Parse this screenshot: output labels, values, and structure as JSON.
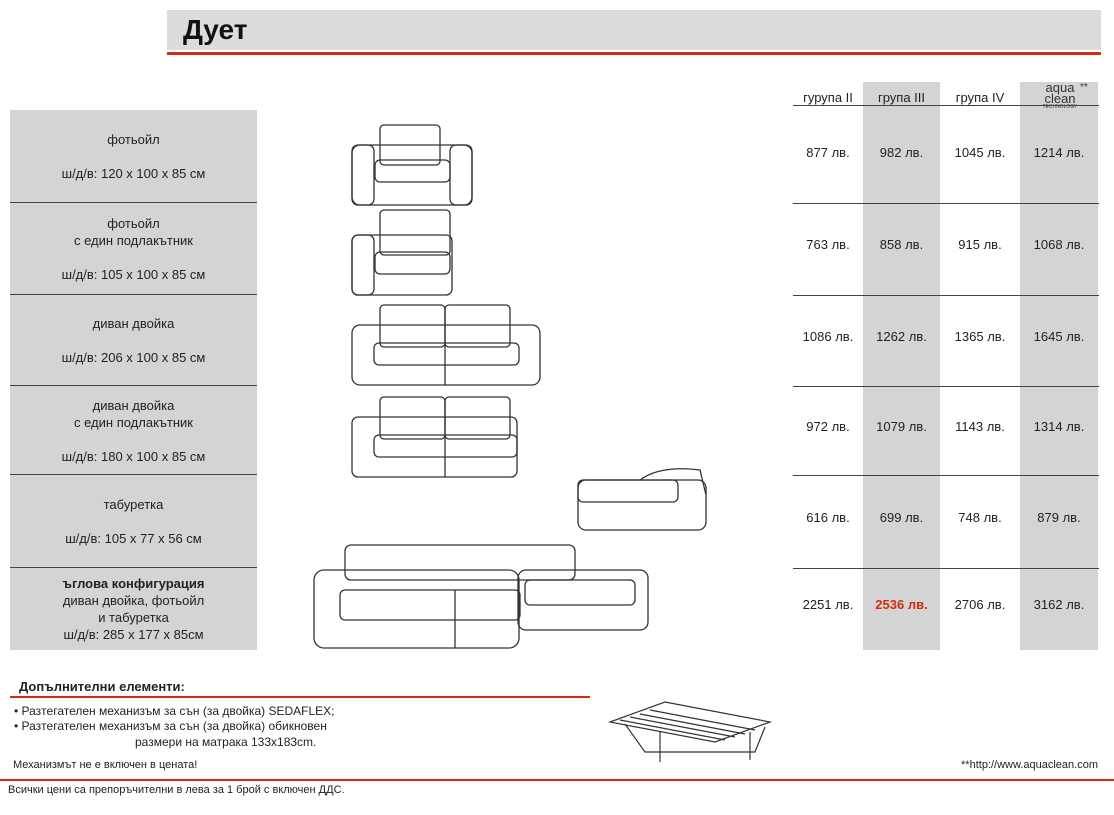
{
  "title": "Дует",
  "headers": [
    "гурупа II",
    "група III",
    "група IV"
  ],
  "aquaclean": {
    "line1": "aqua",
    "line2": "clean",
    "line3": "TECHNOLOGY",
    "stars": "**"
  },
  "rows": [
    {
      "lines": [
        "фотьойл",
        "",
        "ш/д/в: 120 x 100 x 85 см"
      ],
      "prices": [
        "877 лв.",
        "982 лв.",
        "1045 лв.",
        "1214 лв."
      ]
    },
    {
      "lines": [
        "фотьойл",
        "с един подлакътник",
        "",
        "ш/д/в: 105 x 100 x 85 см"
      ],
      "prices": [
        "763 лв.",
        "858 лв.",
        "915 лв.",
        "1068 лв."
      ]
    },
    {
      "lines": [
        "диван двойка",
        "",
        "ш/д/в: 206 x 100 x 85 см"
      ],
      "prices": [
        "1086 лв.",
        "1262 лв.",
        "1365 лв.",
        "1645 лв."
      ]
    },
    {
      "lines": [
        "диван двойка",
        "с един подлакътник",
        "",
        "ш/д/в: 180 x 100 x 85 см"
      ],
      "prices": [
        "972 лв.",
        "1079 лв.",
        "1143 лв.",
        "1314 лв."
      ]
    },
    {
      "lines": [
        "табуретка",
        "",
        "ш/д/в: 105 x 77 x 56 см"
      ],
      "prices": [
        "616 лв.",
        "699 лв.",
        "748 лв.",
        "879 лв."
      ]
    },
    {
      "lines": [
        "ъглова конфигурация",
        "диван двойка, фотьойл",
        "и табуретка",
        "ш/д/в: 285 x 177 x 85см"
      ],
      "prices": [
        "2251 лв.",
        "2536 лв.",
        "2706 лв.",
        "3162 лв."
      ]
    }
  ],
  "highlight_color": "#d42a12",
  "extras": {
    "title": "Допълнителни елементи:",
    "item1": "• Разтегателен механизъм за сън (за двойка) SEDAFLEX;",
    "item2": "• Разтегателен механизъм за сън (за двойка) обикновен",
    "item2b": "размери на матрака 133x183cm.",
    "note": "Механизмът не е включен в цената!",
    "link": "**http://www.aquaclean.com"
  },
  "footer": "Всички цени са препоръчителни в лева за 1 брой с включен ДДС."
}
